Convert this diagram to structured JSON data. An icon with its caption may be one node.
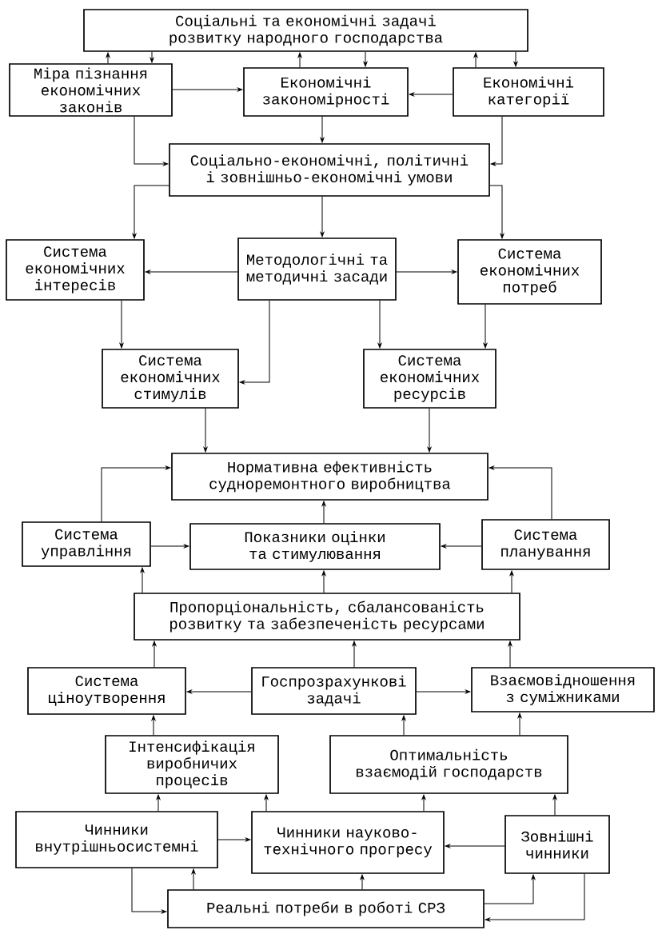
{
  "diagram": {
    "nodes": [
      {
        "text": [
          "Соціальні та економічні задачі розвитку народного господарства"
        ]
      },
      {
        "text": [
          "Міра пізнання економічних законів"
        ]
      },
      {
        "text": [
          "Економічні закономірності"
        ]
      },
      {
        "text": [
          "Економічні категорії"
        ]
      },
      {
        "text": [
          "Соціально-економічні, політичні і зовнішньо-економічні умови"
        ]
      },
      {
        "text": [
          "Система економічних інтересів"
        ]
      },
      {
        "text": [
          "Методологічні та методичні засади"
        ]
      },
      {
        "text": [
          "Система економічних потреб"
        ]
      },
      {
        "text": [
          "Система економічних стимулів"
        ]
      },
      {
        "text": [
          "Система економічних ресурсів"
        ]
      },
      {
        "text": [
          "Нормативна ефективність судноремонтного виробництва"
        ]
      },
      {
        "text": [
          "Система управління"
        ]
      },
      {
        "text": [
          "Показники оцінки та стимулювання"
        ]
      },
      {
        "text": [
          "Система планування"
        ]
      },
      {
        "text": [
          "Пропорціональність, сбалансованість розвитку та забезпеченість ресурсами"
        ]
      },
      {
        "text": [
          "Система ціноутворення"
        ]
      },
      {
        "text": [
          "Госпрозрахункові задачі"
        ]
      },
      {
        "text": [
          "Взаємовідношення з суміжниками"
        ]
      },
      {
        "text": [
          "Інтенсифікація виробничих процесів"
        ]
      },
      {
        "text": [
          "Оптимальність взаємодій господарств"
        ]
      },
      {
        "text": [
          "Чинники внутрішньосистемні"
        ]
      },
      {
        "text": [
          "Чинники науково-технічного прогресу"
        ]
      },
      {
        "text": [
          "Зовнішні чинники"
        ]
      },
      {
        "text": [
          "Реальні потреби в роботі СРЗ"
        ]
      }
    ],
    "edges": [
      {
        "from": 1,
        "to": 0,
        "arrow": "to"
      },
      {
        "from": 0,
        "to": 1,
        "arrow": "to"
      },
      {
        "from": 2,
        "to": 0,
        "arrow": "to"
      },
      {
        "from": 0,
        "to": 2,
        "arrow": "to"
      },
      {
        "from": 3,
        "to": 0,
        "arrow": "to"
      },
      {
        "from": 0,
        "to": 3,
        "arrow": "to"
      },
      {
        "from": 1,
        "to": 2,
        "arrow": "to"
      },
      {
        "from": 3,
        "to": 2,
        "arrow": "to"
      },
      {
        "from": 1,
        "to": 4,
        "arrow": "to"
      },
      {
        "from": 2,
        "to": 4,
        "arrow": "to"
      },
      {
        "from": 3,
        "to": 4,
        "arrow": "to"
      },
      {
        "from": 4,
        "to": 5,
        "arrow": "to"
      },
      {
        "from": 4,
        "to": 6,
        "arrow": "to"
      },
      {
        "from": 4,
        "to": 7,
        "arrow": "to"
      },
      {
        "from": 6,
        "to": 5,
        "arrow": "to"
      },
      {
        "from": 6,
        "to": 7,
        "arrow": "to"
      },
      {
        "from": 5,
        "to": 8,
        "arrow": "to"
      },
      {
        "from": 6,
        "to": 8,
        "arrow": "to"
      },
      {
        "from": 6,
        "to": 9,
        "arrow": "to"
      },
      {
        "from": 7,
        "to": 9,
        "arrow": "to"
      },
      {
        "from": 8,
        "to": 10,
        "arrow": "to"
      },
      {
        "from": 9,
        "to": 10,
        "arrow": "to"
      },
      {
        "from": 11,
        "to": 10,
        "arrow": "to"
      },
      {
        "from": 12,
        "to": 10,
        "arrow": "to"
      },
      {
        "from": 13,
        "to": 10,
        "arrow": "to"
      },
      {
        "from": 11,
        "to": 12,
        "arrow": "to"
      },
      {
        "from": 13,
        "to": 12,
        "arrow": "to"
      },
      {
        "from": 14,
        "to": 11,
        "arrow": "to"
      },
      {
        "from": 14,
        "to": 12,
        "arrow": "to"
      },
      {
        "from": 14,
        "to": 13,
        "arrow": "to"
      },
      {
        "from": 15,
        "to": 14,
        "arrow": "to"
      },
      {
        "from": 16,
        "to": 14,
        "arrow": "to"
      },
      {
        "from": 17,
        "to": 14,
        "arrow": "to"
      },
      {
        "from": 16,
        "to": 15,
        "arrow": "to"
      },
      {
        "from": 16,
        "to": 17,
        "arrow": "to"
      },
      {
        "from": 18,
        "to": 15,
        "arrow": "to"
      },
      {
        "from": 19,
        "to": 16,
        "arrow": "to"
      },
      {
        "from": 19,
        "to": 17,
        "arrow": "to"
      },
      {
        "from": 20,
        "to": 18,
        "arrow": "to"
      },
      {
        "from": 21,
        "to": 18,
        "arrow": "to"
      },
      {
        "from": 21,
        "to": 19,
        "arrow": "to"
      },
      {
        "from": 22,
        "to": 19,
        "arrow": "to"
      },
      {
        "from": 20,
        "to": 21,
        "arrow": "to"
      },
      {
        "from": 22,
        "to": 21,
        "arrow": "to"
      },
      {
        "from": 23,
        "to": 20,
        "arrow": "to"
      },
      {
        "from": 20,
        "to": 23,
        "arrow": "to"
      },
      {
        "from": 23,
        "to": 21,
        "arrow": "to"
      },
      {
        "from": 23,
        "to": 22,
        "arrow": "to"
      },
      {
        "from": 22,
        "to": 23,
        "arrow": "to"
      }
    ]
  }
}
